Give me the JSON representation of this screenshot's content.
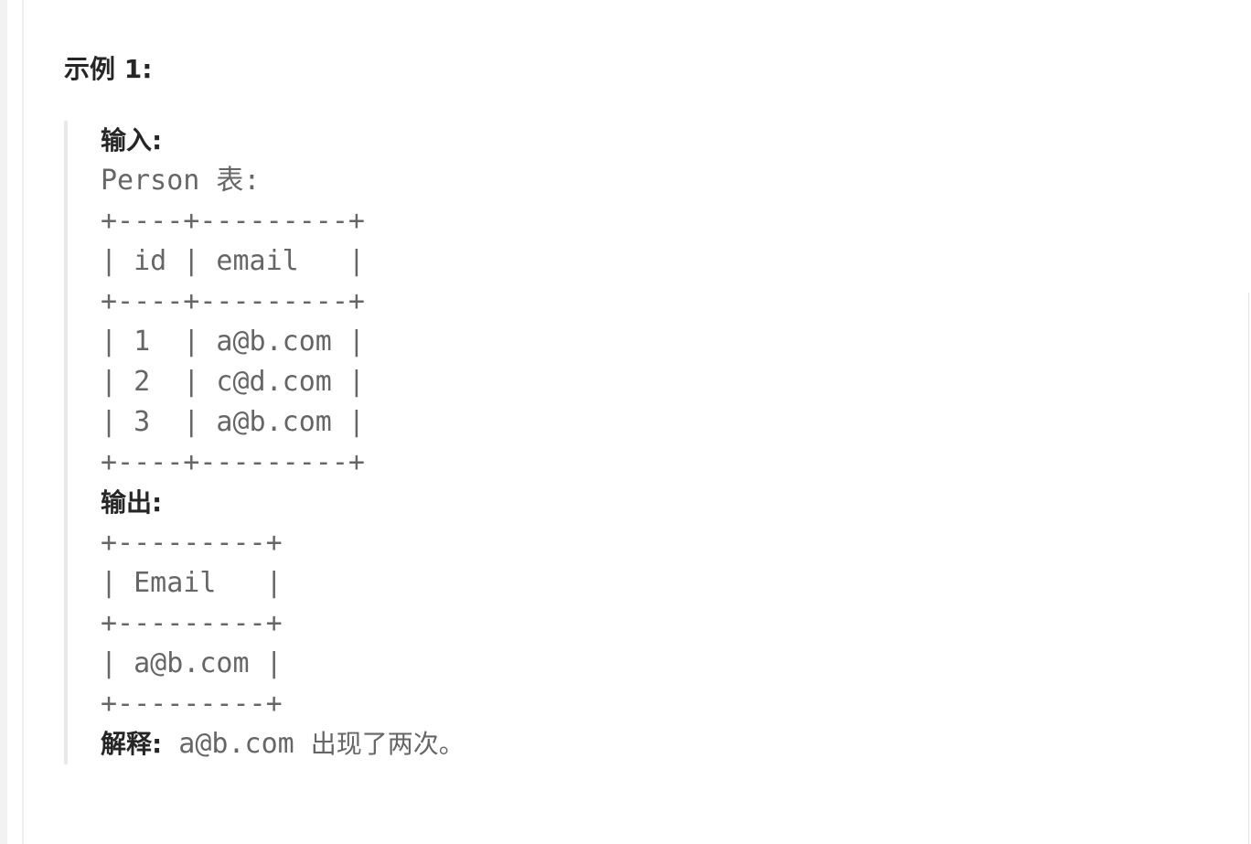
{
  "example": {
    "title": "示例 1:",
    "input_label": "输入:",
    "table_name": "Person 表:",
    "input_table": {
      "lines": [
        "+----+---------+",
        "| id | email   |",
        "+----+---------+",
        "| 1  | a@b.com |",
        "| 2  | c@d.com |",
        "| 3  | a@b.com |",
        "+----+---------+"
      ]
    },
    "output_label": "输出:",
    "output_table": {
      "lines": [
        "+---------+",
        "| Email   |",
        "+---------+",
        "| a@b.com |",
        "+---------+"
      ]
    },
    "explanation_label": "解释:",
    "explanation_code": "a@b.com",
    "explanation_text": "出现了两次。"
  }
}
